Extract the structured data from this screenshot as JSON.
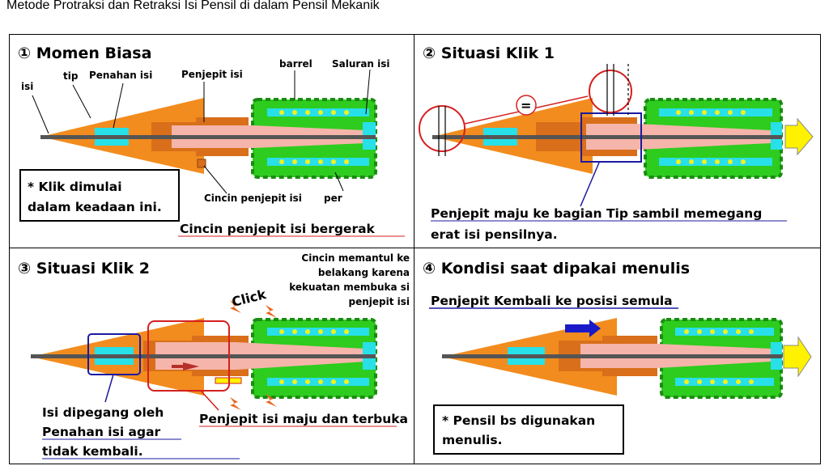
{
  "page_title": "Metode Protraksi dan Retraksi Isi Pensil di dalam Pensil Mekanik",
  "colors": {
    "tip_cone": "#F28C1E",
    "holder": "#D96F1A",
    "barrel": "#2ECC1E",
    "barrel_dark": "#1A8C12",
    "chuck": "#F5B5AA",
    "lead_channel": "#27E0E8",
    "lead": "#555555",
    "springs": "#F2F21A",
    "highlight_blue": "#1A1AA0",
    "highlight_red": "#D42020",
    "arrow_yellow": "#FFF200"
  },
  "panel1": {
    "heading": "① Momen Biasa",
    "labels": {
      "isi": "isi",
      "tip": "tip",
      "penahan_isi": "Penahan isi",
      "penjepit_isi": "Penjepit isi",
      "barrel": "barrel",
      "saluran_isi": "Saluran isi",
      "cincin_penjepit_isi": "Cincin penjepit isi",
      "per": "per"
    },
    "note_line1": "* Klik dimulai",
    "note_line2": "dalam keadaan ini.",
    "caption": "Cincin penjepit isi bergerak"
  },
  "panel2": {
    "heading": "② Situasi Klik 1",
    "equal_symbol": "=",
    "caption_line1": "Penjepit maju ke bagian Tip sambil memegang",
    "caption_line2": "erat isi pensilnya."
  },
  "panel3": {
    "heading": "③ Situasi Klik 2",
    "click_label": "Click",
    "note_lines": [
      "Cincin memantul ke",
      "belakang karena",
      "kekuatan membuka si",
      "penjepit isi"
    ],
    "caption_left_lines": [
      "Isi dipegang oleh",
      "Penahan isi agar",
      "tidak kembali."
    ],
    "caption_right": "Penjepit isi maju dan terbuka"
  },
  "panel4": {
    "heading": "④ Kondisi saat dipakai menulis",
    "subtitle": "Penjepit Kembali ke posisi semula",
    "note_line1": "* Pensil bs digunakan",
    "note_line2": "menulis."
  }
}
